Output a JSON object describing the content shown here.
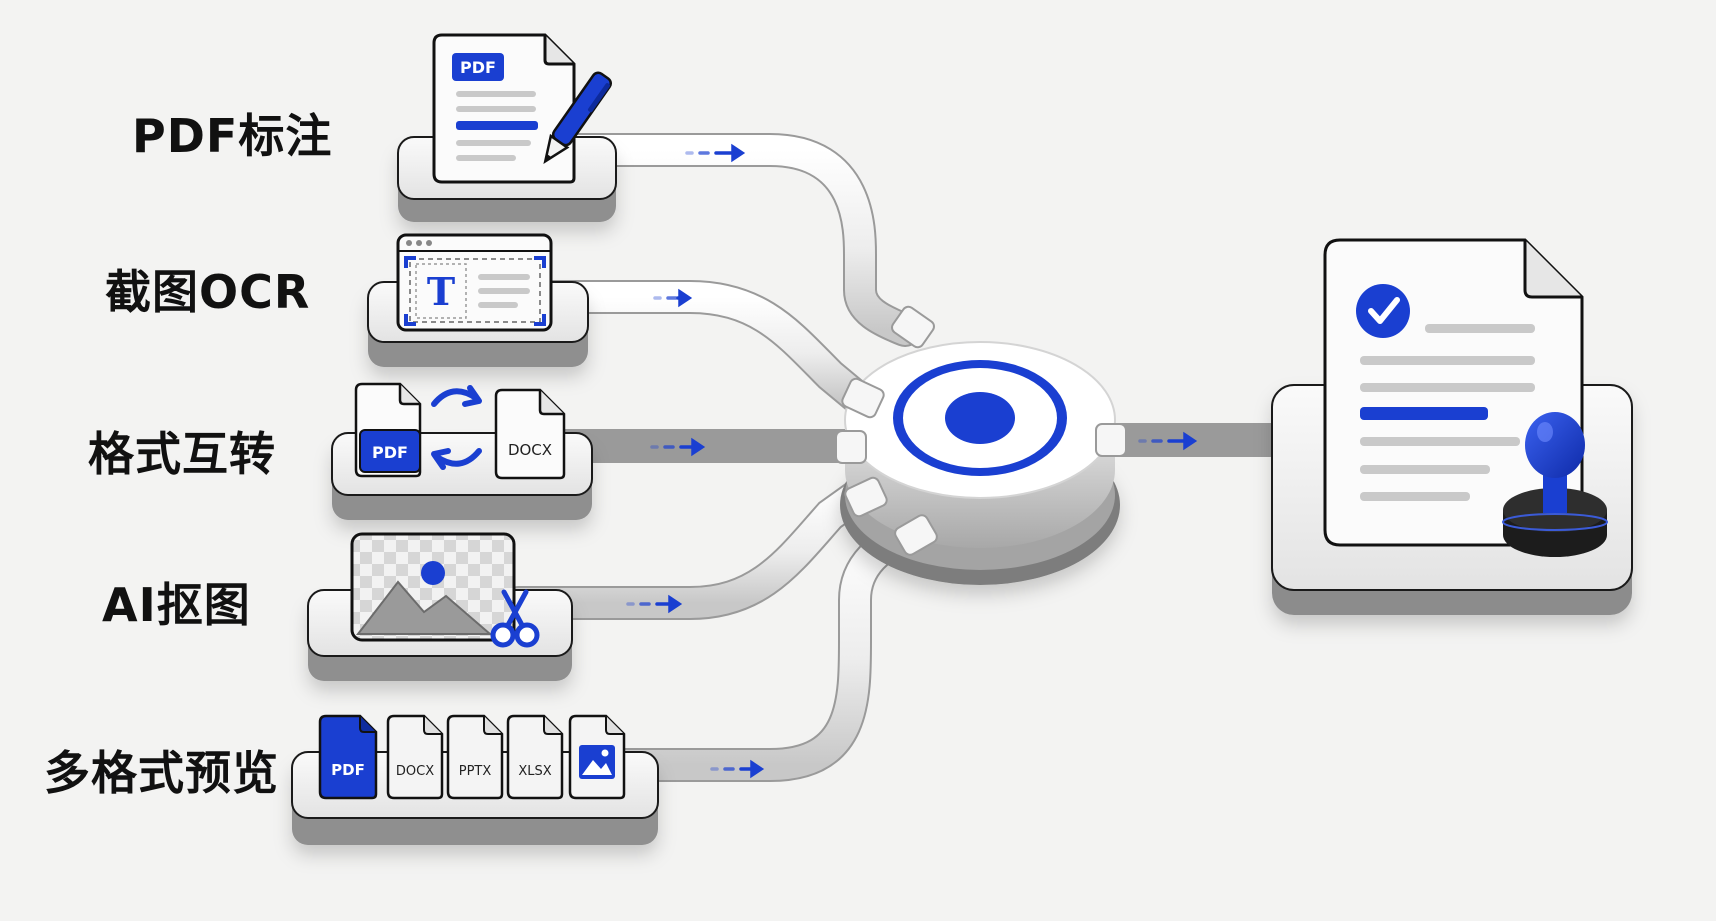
{
  "features": [
    {
      "id": "pdf-annotate",
      "label": "PDF标注",
      "badge": "PDF"
    },
    {
      "id": "screenshot-ocr",
      "label": "截图OCR",
      "glyph": "T"
    },
    {
      "id": "format-convert",
      "label": "格式互转",
      "from": "PDF",
      "to": "DOCX"
    },
    {
      "id": "ai-cutout",
      "label": "AI抠图"
    },
    {
      "id": "multi-preview",
      "label": "多格式预览",
      "files": [
        "PDF",
        "DOCX",
        "PPTX",
        "XLSX"
      ]
    }
  ],
  "colors": {
    "accent": "#1a3fd1",
    "pipe": "#f4f4f4",
    "pipe_outline": "#9a9a9a",
    "tray": "#ececec",
    "tray_dark": "#8f8f8f",
    "doc_line": "#c9c9c9",
    "text": "#111111"
  },
  "icons": {
    "hub": "target-hub-icon",
    "result": "approved-document-icon",
    "stamp": "stamp-icon",
    "check": "check-circle-icon",
    "pen": "pen-icon",
    "scissors": "scissors-icon",
    "swap": "swap-arrows-icon",
    "image": "image-icon"
  }
}
